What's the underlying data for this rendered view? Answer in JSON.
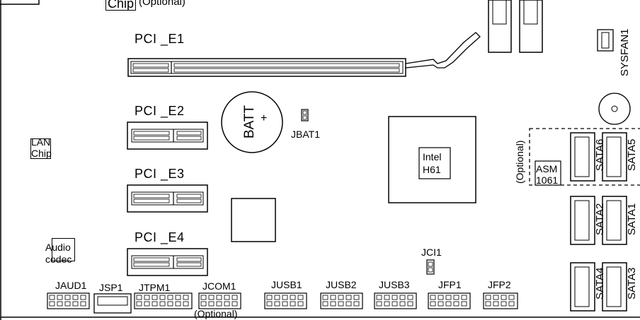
{
  "slots": {
    "pci_e1": "PCI _E1",
    "pci_e2": "PCI _E2",
    "pci_e3": "PCI _E3",
    "pci_e4": "PCI _E4"
  },
  "chips": {
    "lan": "LAN\nChip",
    "audio": "Audio\ncodec",
    "chip_top": "Chip",
    "chip_top_optional": "(Optional)",
    "intel": "Intel\nH61",
    "asm": "ASM\n1061",
    "asm_optional": "(Optional)"
  },
  "battery": {
    "label": "BATT",
    "plus": "+"
  },
  "jumpers": {
    "jbat1": "JBAT1",
    "jci1": "JCI1"
  },
  "fan": {
    "sysfan1": "SYSFAN1"
  },
  "sata": [
    "SATA6",
    "SATA5",
    "SATA2",
    "SATA1",
    "SATA4",
    "SATA3"
  ],
  "headers": [
    "JAUD1",
    "JSP1",
    "JTPM1",
    "JCOM1",
    "JUSB1",
    "JUSB2",
    "JUSB3",
    "JFP1",
    "JFP2"
  ],
  "jcom_optional": "(Optional)"
}
